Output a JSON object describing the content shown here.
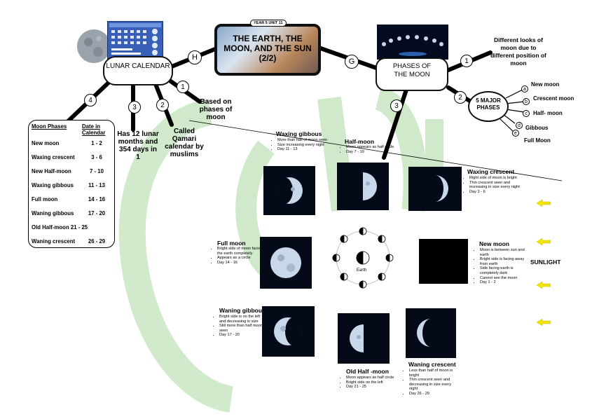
{
  "center": {
    "unit_tag": "YEAR 5  UNIT 11",
    "title": "THE EARTH, THE MOON, AND THE SUN (2/2)"
  },
  "branch_letters": {
    "h": "H",
    "g": "G"
  },
  "lunar": {
    "title": "LUNAR CALENDAR",
    "calendar_icon": "calendar-icon",
    "branches": [
      {
        "num": "1",
        "text": "Based on phases of moon"
      },
      {
        "num": "2",
        "text": "Called Qamari calendar by muslims"
      },
      {
        "num": "3",
        "text": "Has 12 lunar months and 354 days in 1"
      },
      {
        "num": "4",
        "text": ""
      }
    ],
    "table": {
      "col1": "Moon Phases",
      "col2": "Date in Calendar",
      "rows": [
        {
          "phase": "New moon",
          "days": "1 - 2"
        },
        {
          "phase": "Waxing crescent",
          "days": "3 - 6"
        },
        {
          "phase": "New Half-moon",
          "days": "7 - 10"
        },
        {
          "phase": "Waxing gibbous",
          "days": "11 - 13"
        },
        {
          "phase": "Full moon",
          "days": "14 - 16"
        },
        {
          "phase": "Waning gibbous",
          "days": "17 - 20"
        },
        {
          "phase": "Old Half-moon 21 - 25",
          "days": ""
        },
        {
          "phase": "Waning crescent",
          "days": "26 - 29"
        }
      ]
    }
  },
  "phases": {
    "title": "PHASES OF THE MOON",
    "branch1_num": "1",
    "branch1_text": "Different looks of moon due to different position of moon",
    "branch2_num": "2",
    "branch3_num": "3",
    "major_title": "5 MAJOR PHASES",
    "major": [
      {
        "letter": "a",
        "name": "New moon"
      },
      {
        "letter": "b",
        "name": "Crescent moon"
      },
      {
        "letter": "c",
        "name": "Half- moon"
      },
      {
        "letter": "d",
        "name": "Gibbous"
      },
      {
        "letter": "e",
        "name": "Full Moon"
      }
    ]
  },
  "diagram": {
    "earth_label": "Earth",
    "sunlight_label": "SUNLIGHT",
    "waxing_gibbous": {
      "title": "Waxing gibbous",
      "bullets": [
        "More than half of moon seen",
        "Size increasing every night",
        "Day 11 - 13"
      ]
    },
    "half_moon": {
      "title": "Half-moon",
      "bullets": [
        "Moon appears as half circle",
        "Day 7 - 10"
      ]
    },
    "waxing_crescent": {
      "title": "Waxing crescent",
      "bullets": [
        "Right side of moon is bright",
        "Thin crescent seen and increasing in size every night",
        "Day 3 - 6"
      ]
    },
    "full_moon": {
      "title": "Full moon",
      "bullets": [
        "Bright side of moon facing the earth completely",
        "Appears as a circle",
        "Day 14 - 16"
      ]
    },
    "new_moon": {
      "title": "New moon",
      "bullets": [
        "Moon is between sun and earth",
        "Bright side is facing away from earth",
        "Side facing earth is completely dark",
        "Cannot see the moon",
        "Day 1 - 2"
      ]
    },
    "waning_gibbous": {
      "title": "Waning gibbous",
      "bullets": [
        "Bright side is on the left and decreasing in size",
        "Still more than half moon seen",
        "Day 17 - 20"
      ]
    },
    "old_half_moon": {
      "title": "Old  Half -moon",
      "bullets": [
        "Moon appears as half circle",
        "Bright side on the left",
        "Day 21 - 25"
      ]
    },
    "waning_crescent": {
      "title": "Waning crescent",
      "bullets": [
        "Less than half of moon is bright",
        "Thin crescent seen and decreasing in size every night",
        "Day 26 - 29"
      ]
    }
  },
  "colors": {
    "watermark": "#a9d8a0",
    "arrow": "#f2e600",
    "node_border": "#111111",
    "photo_bg": "#050a18",
    "moon": "#c9d7ea"
  }
}
